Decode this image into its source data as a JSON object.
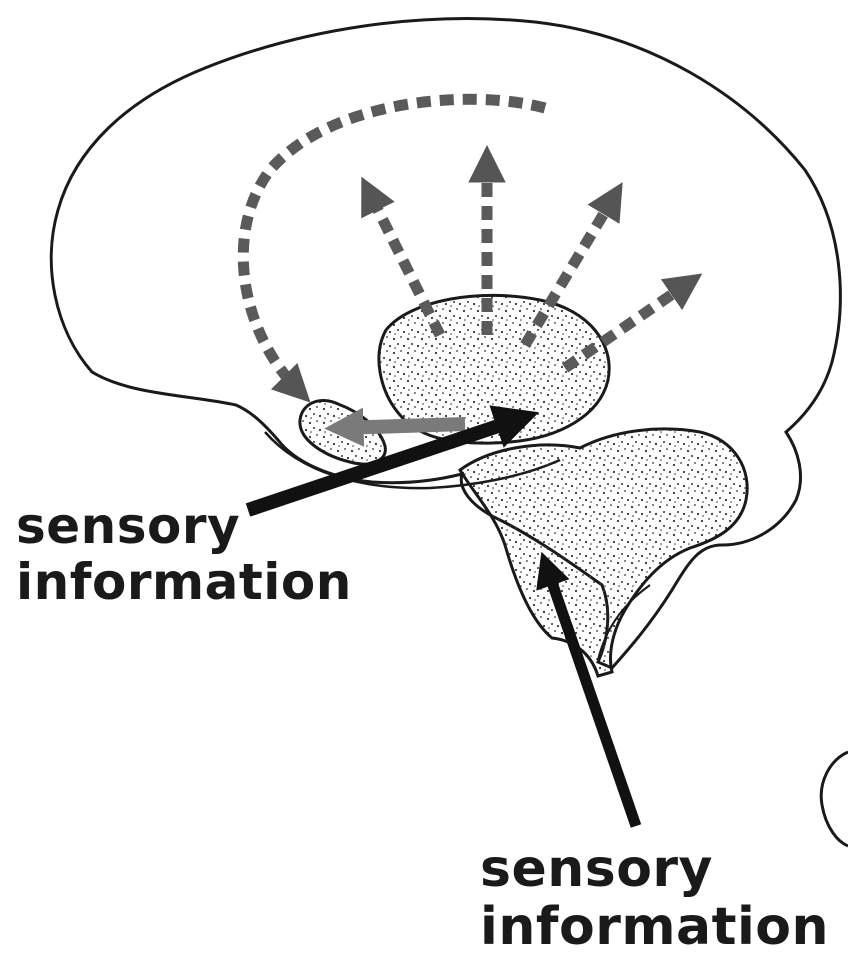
{
  "labels": {
    "left": {
      "line1": "sensory",
      "line2": "information"
    },
    "bottom": {
      "line1": "sensory",
      "line2": "information"
    }
  },
  "colors": {
    "outline": "#1a1a1a",
    "dashed_arrow": "#5a5a5a",
    "double_arrow": "#7a7a7a",
    "solid_arrow": "#111111",
    "stipple": "#333333"
  }
}
